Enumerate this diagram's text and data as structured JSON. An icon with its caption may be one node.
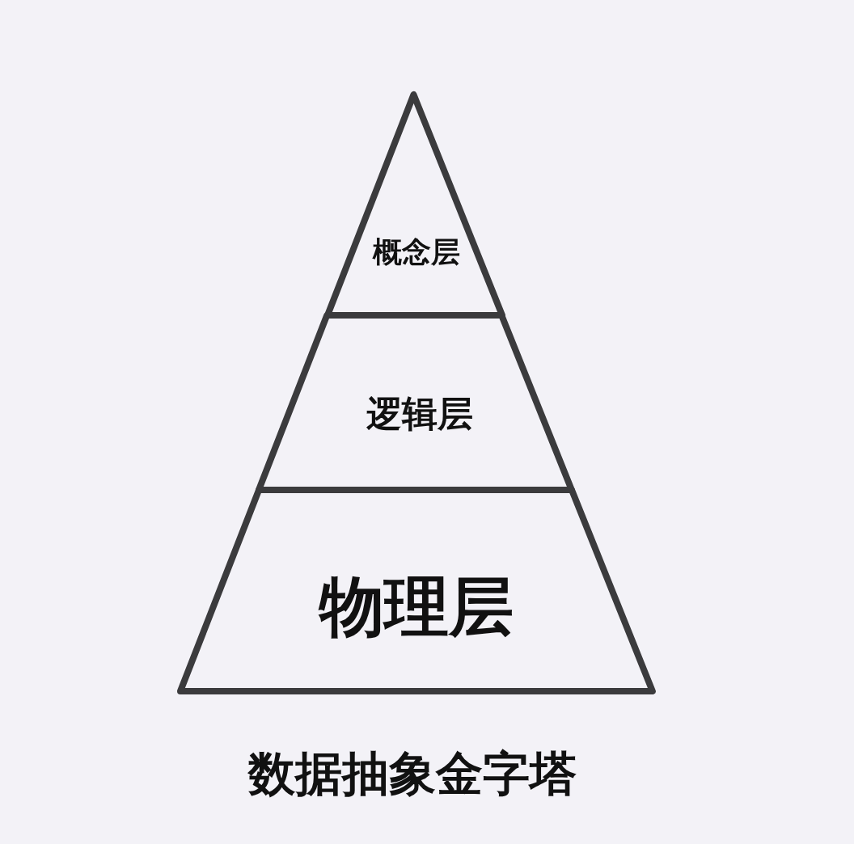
{
  "diagram": {
    "title": "数据抽象金字塔",
    "nodes": [
      {
        "text": [
          "概念层"
        ]
      },
      {
        "text": [
          "逻辑层"
        ]
      },
      {
        "text": [
          "物理层"
        ]
      }
    ]
  }
}
